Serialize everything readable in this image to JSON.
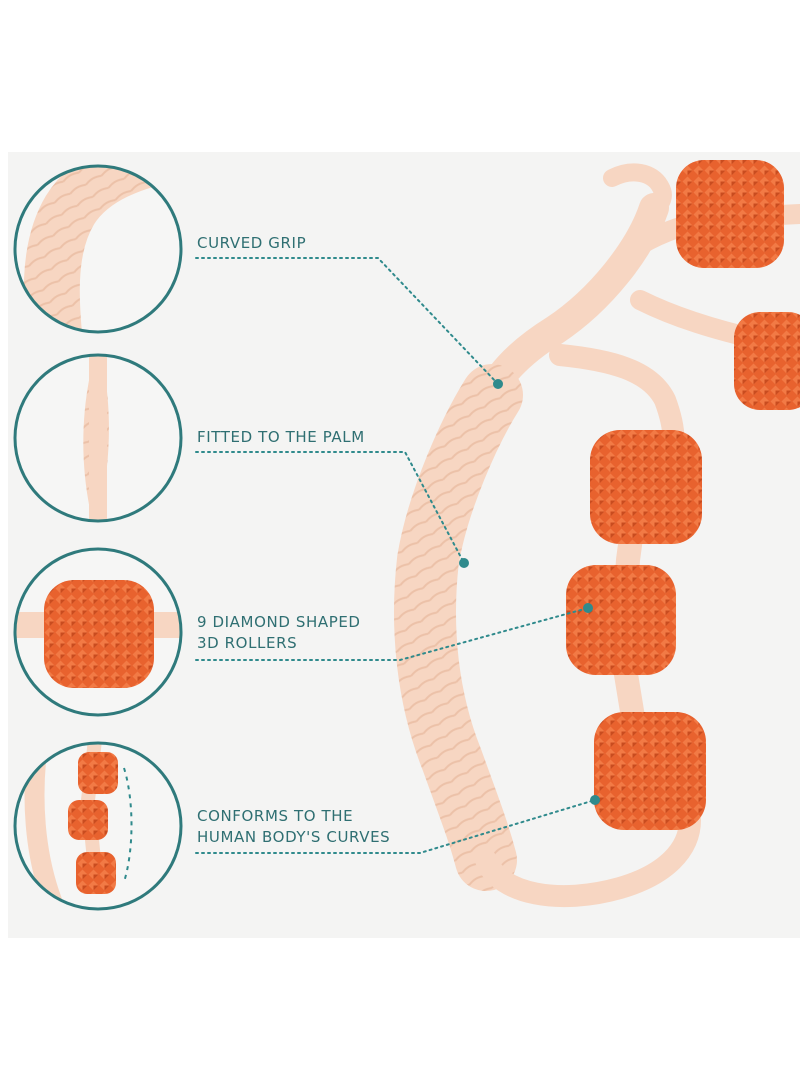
{
  "colors": {
    "background": "#f4f4f3",
    "accent_teal": "#2f8a8c",
    "caption_text": "#2f6f72",
    "handle": "#f7d6c2",
    "roller": "#e8622e"
  },
  "features": [
    {
      "lines": [
        "CURVED GRIP"
      ]
    },
    {
      "lines": [
        "FITTED TO THE PALM"
      ]
    },
    {
      "lines": [
        "9 DIAMOND SHAPED",
        "3D ROLLERS"
      ]
    },
    {
      "lines": [
        "CONFORMS TO THE",
        "HUMAN BODY'S CURVES"
      ]
    }
  ]
}
